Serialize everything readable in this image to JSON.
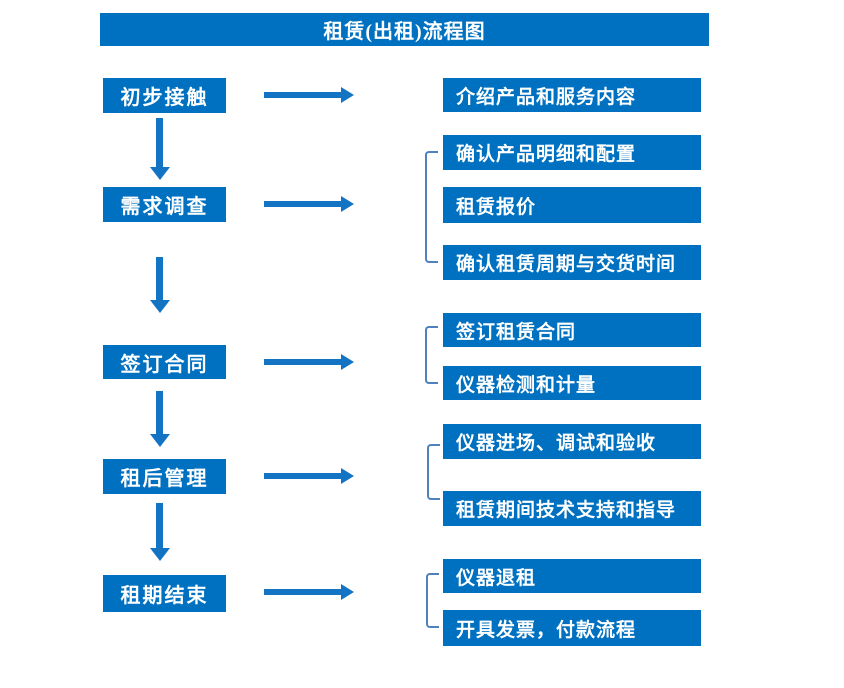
{
  "title": "租赁(出租)流程图",
  "colors": {
    "box_blue": "#0070c0",
    "arrow_blue": "#1474c4",
    "bracket_blue": "#4f81bd",
    "text": "#ffffff",
    "background": "#ffffff"
  },
  "steps": [
    {
      "label": "初步接触",
      "details": [
        "介绍产品和服务内容"
      ]
    },
    {
      "label": "需求调查",
      "details": [
        "确认产品明细和配置",
        "租赁报价",
        "确认租赁周期与交货时间"
      ]
    },
    {
      "label": "签订合同",
      "details": [
        "签订租赁合同",
        "仪器检测和计量"
      ]
    },
    {
      "label": "租后管理",
      "details": [
        "仪器进场、调试和验收",
        "租赁期间技术支持和指导"
      ]
    },
    {
      "label": "租期结束",
      "details": [
        "仪器退租",
        "开具发票，付款流程"
      ]
    }
  ]
}
